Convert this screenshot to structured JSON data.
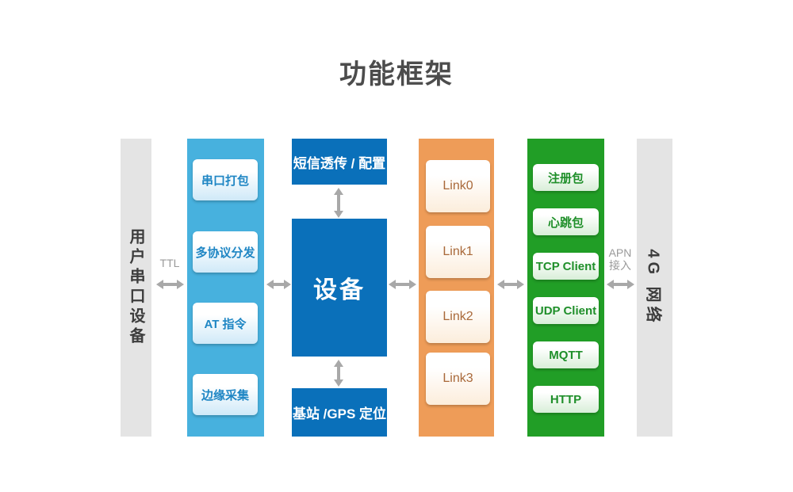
{
  "title": "功能框架",
  "left_bar": {
    "label": "用户串口设备"
  },
  "right_bar": {
    "label": "4G 网络"
  },
  "connectors": {
    "ttl_label": "TTL",
    "apn_label_line1": "APN",
    "apn_label_line2": "接入"
  },
  "columns": {
    "serial": {
      "items": [
        "串口打包",
        "多协议分发",
        "AT 指令",
        "边缘采集"
      ]
    },
    "core": {
      "top": "短信透传 / 配置",
      "center": "设备",
      "bottom": "基站 /GPS 定位"
    },
    "links": {
      "items": [
        "Link0",
        "Link1",
        "Link2",
        "Link3"
      ]
    },
    "protocols": {
      "items": [
        "注册包",
        "心跳包",
        "TCP Client",
        "UDP Client",
        "MQTT",
        "HTTP"
      ]
    }
  },
  "colors": {
    "title_text": "#4c4c4c",
    "gray_bar": "#e4e4e4",
    "light_blue_column": "#47b1de",
    "core_blue": "#0a70ba",
    "orange_column": "#ee9c58",
    "green_column": "#219e26",
    "arrow_gray": "#a8a8a8",
    "serial_box_text": "#1f86c4",
    "link_box_text": "#a9693a",
    "protocol_box_text": "#1f8f2a",
    "connector_label_text": "#9a9a9a"
  }
}
